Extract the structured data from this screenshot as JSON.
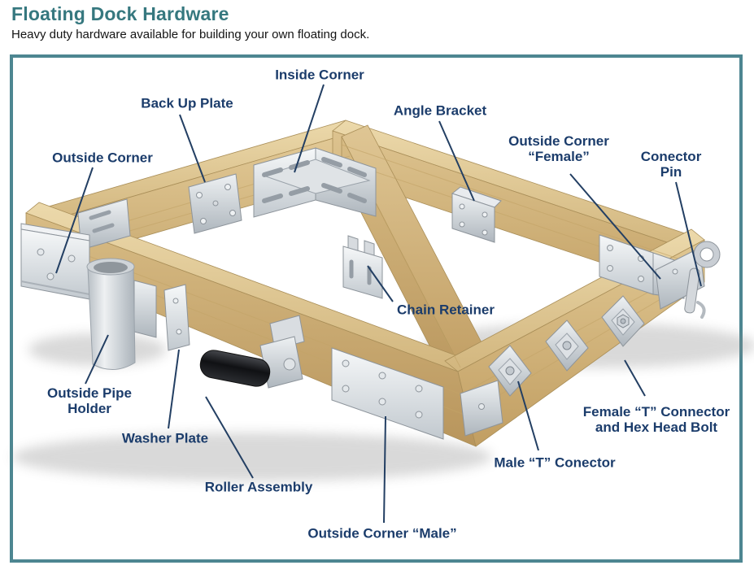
{
  "page": {
    "title": "Floating Dock Hardware",
    "subtitle": "Heavy duty hardware available for building your own floating dock."
  },
  "colors": {
    "title_teal": "#36787f",
    "panel_border_teal": "#4d8691",
    "label_navy": "#1b3c6b",
    "leader_line": "#233f63",
    "wood": "#d2b67e",
    "galvanized_metal": "#c2c9cf"
  },
  "diagram": {
    "description": "Photo of a wooden floating dock frame fitted with galvanized hardware parts, each identified by a callout label",
    "labels": {
      "inside_corner": {
        "line1": "Inside Corner"
      },
      "back_up_plate": {
        "line1": "Back Up Plate"
      },
      "angle_bracket": {
        "line1": "Angle Bracket"
      },
      "outside_corner": {
        "line1": "Outside Corner"
      },
      "outside_corner_female": {
        "line1": "Outside Corner",
        "line2": "“Female”"
      },
      "conector_pin": {
        "line1": "Conector",
        "line2": "Pin"
      },
      "chain_retainer": {
        "line1": "Chain Retainer"
      },
      "outside_pipe_holder": {
        "line1": "Outside Pipe",
        "line2": "Holder"
      },
      "washer_plate": {
        "line1": "Washer Plate"
      },
      "roller_assembly": {
        "line1": "Roller Assembly"
      },
      "outside_corner_male": {
        "line1": "Outside Corner “Male”"
      },
      "male_t_conector": {
        "line1": "Male “T” Conector"
      },
      "female_t_connector": {
        "line1": "Female “T” Connector",
        "line2": "and Hex Head Bolt"
      }
    }
  }
}
